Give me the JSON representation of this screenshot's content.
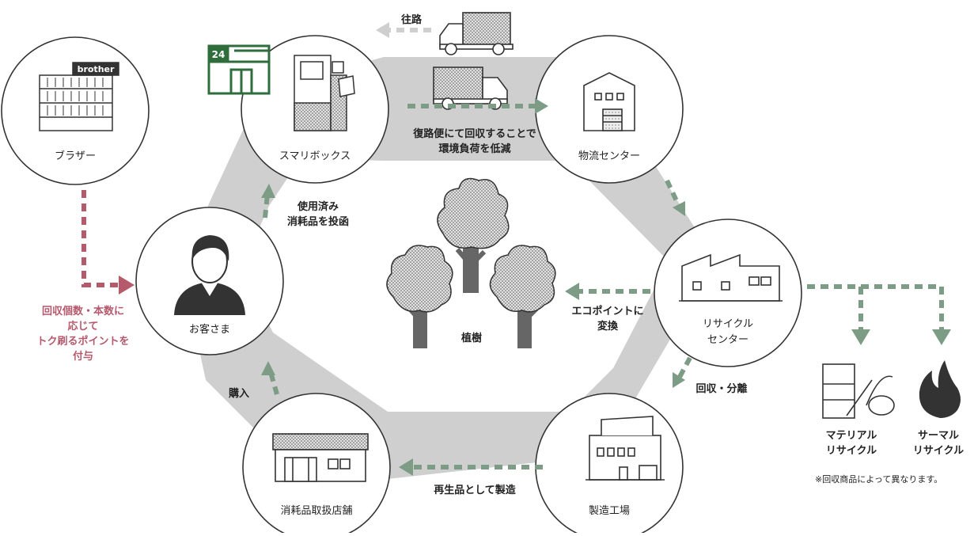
{
  "nodes": {
    "brother": {
      "label": "ブラザー",
      "logo": "brother"
    },
    "smaribox": {
      "label": "スマリボックス",
      "badge": "24"
    },
    "distribution": {
      "label": "物流センター"
    },
    "recycle": {
      "label_line1": "リサイクル",
      "label_line2": "センター"
    },
    "factory": {
      "label": "製造工場"
    },
    "store": {
      "label": "消耗品取扱店舗"
    },
    "customer": {
      "label": "お客さま"
    }
  },
  "center": {
    "label": "植樹"
  },
  "steps": {
    "outbound": "往路",
    "return_line1": "復路便にて回収することで",
    "return_line2": "環境負荷を低減",
    "deposit_line1": "使用済み",
    "deposit_line2": "消耗品を投函",
    "eco_line1": "エコポイントに",
    "eco_line2": "変換",
    "separate": "回収・分離",
    "manufacture": "再生品として製造",
    "purchase": "購入",
    "points_line1": "回収個数・本数に",
    "points_line2": "応じて",
    "points_line3": "トク刷るポイントを",
    "points_line4": "付与"
  },
  "recycling": {
    "material_line1": "マテリアル",
    "material_line2": "リサイクル",
    "thermal_line1": "サーマル",
    "thermal_line2": "リサイクル",
    "note": "※回収商品によって異なります。"
  },
  "colors": {
    "green_arrow": "#7c9c86",
    "pink_arrow": "#b55a6d",
    "band": "#cfcfcf",
    "store_green": "#2f6e3c",
    "outline": "#333333"
  }
}
